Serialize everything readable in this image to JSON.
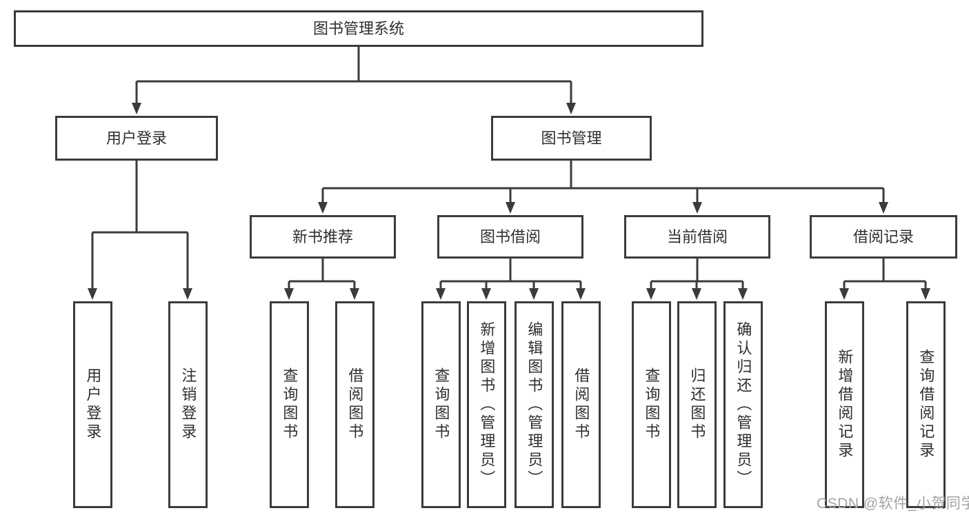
{
  "tree": {
    "root": {
      "label": "图书管理系统"
    },
    "branches": [
      {
        "label": "用户登录",
        "children": [
          "用户登录",
          "注销登录"
        ]
      },
      {
        "label": "图书管理",
        "groups": [
          {
            "label": "新书推荐",
            "children": [
              "查询图书",
              "借阅图书"
            ]
          },
          {
            "label": "图书借阅",
            "children": [
              "查询图书",
              "新增图书（管理员）",
              "编辑图书（管理员）",
              "借阅图书"
            ]
          },
          {
            "label": "当前借阅",
            "children": [
              "查询图书",
              "归还图书",
              "确认归还（管理员）"
            ]
          },
          {
            "label": "借阅记录",
            "children": [
              "新增借阅记录",
              "查询借阅记录"
            ]
          }
        ]
      }
    ]
  },
  "watermark": "CSDN @软件_小贺同学",
  "colors": {
    "line": "#3b3b3b",
    "text": "#2f2f2f",
    "watermark": "#a3a3a3"
  }
}
